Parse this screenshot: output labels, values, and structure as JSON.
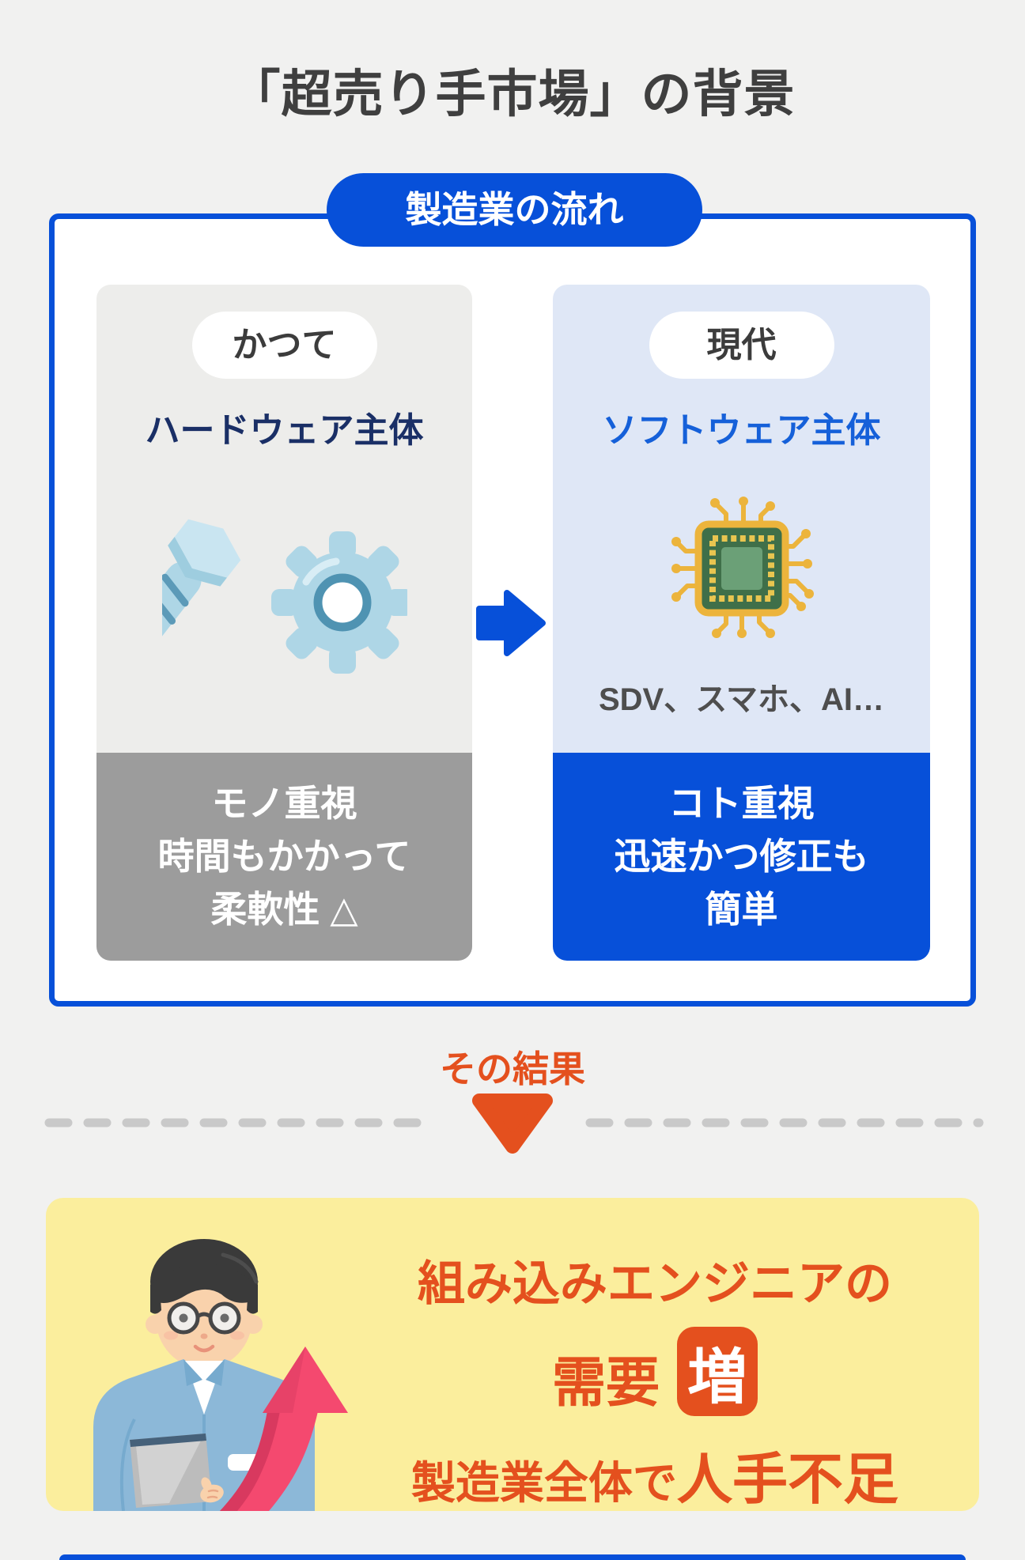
{
  "page": {
    "title": "「超売り手市場」の背景",
    "background": "#f1f1f0"
  },
  "flow": {
    "header": "製造業の流れ",
    "left": {
      "era": "かつて",
      "heading": "ハードウェア主体",
      "icon": "bolt-and-gear-icon",
      "note_lines": [
        "モノ重視",
        "時間もかかって",
        "柔軟性 △"
      ]
    },
    "right": {
      "era": "現代",
      "heading": "ソフトウェア主体",
      "icon": "microchip-icon",
      "examples": "SDV、スマホ、AI…",
      "note_lines": [
        "コト重視",
        "迅速かつ修正も",
        "簡単"
      ]
    }
  },
  "result": {
    "label": "その結果"
  },
  "outcome": {
    "line1": "組み込みエンジニアの",
    "demand_label": "需要",
    "badge_label": "増",
    "line3_prefix": "製造業全体で",
    "line3_emphasis": "人手不足",
    "illustration": "engineer-with-growth-arrow"
  },
  "icons": {
    "flow_transition": "arrow-right-icon",
    "result_pointer": "triangle-down-icon",
    "past": "bolt-and-gear-icon",
    "present": "microchip-icon"
  },
  "colors": {
    "primary_blue": "#0750d9",
    "software_blue": "#1560d9",
    "navy": "#1a2f66",
    "accent_orange": "#e4501e",
    "note_gray": "#9c9c9c",
    "card_gray": "#ededeb",
    "card_light_blue": "#dfe7f6",
    "outcome_yellow": "#fbee9d",
    "dash_gray": "#c9c9c9",
    "icon_light_blue": "#aed6e6",
    "chip_gold": "#ecb43c",
    "chip_green": "#3f6f49",
    "arrow_pink": "#f4496f"
  }
}
